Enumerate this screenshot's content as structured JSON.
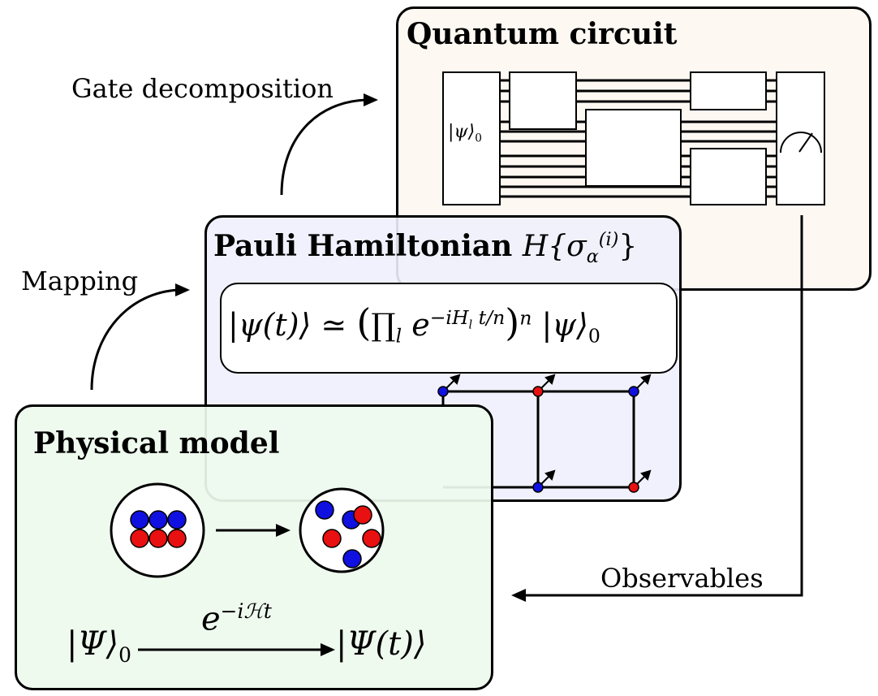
{
  "panels": {
    "quantum_circuit": {
      "title": "Quantum circuit",
      "bg": "#fdf8f2"
    },
    "pauli_hamiltonian": {
      "title": "Pauli Hamiltonian",
      "title_math": "H{σ",
      "title_sub": "α",
      "title_sup": "(i)",
      "title_close": "}",
      "bg": "#eef0fc"
    },
    "physical_model": {
      "title": "Physical model",
      "bg": "#eefaee"
    }
  },
  "arrows": {
    "gate_decomposition": "Gate decomposition",
    "mapping": "Mapping",
    "observables": "Observables"
  },
  "circuit": {
    "state_label": "|ψ⟩",
    "state_sub": "0"
  },
  "trotter": {
    "lhs": "|ψ(t)⟩ ≃",
    "prod": "∏",
    "prod_sub": "l",
    "exp_base": "e",
    "exp": "−iH",
    "exp_sub": "l",
    "frac_num": "t",
    "frac_den": "n",
    "power": "n",
    "rhs": "|ψ⟩",
    "rhs_sub": "0"
  },
  "physical": {
    "evolution_op": "e",
    "evolution_exp": "−iℋt",
    "initial_state": "|Ψ⟩",
    "initial_sub": "0",
    "final_state": "|Ψ(t)⟩"
  },
  "colors": {
    "blue": "#1010e0",
    "red": "#e81010",
    "dark_red": "#7a0000",
    "dark_blue": "#00006a"
  }
}
